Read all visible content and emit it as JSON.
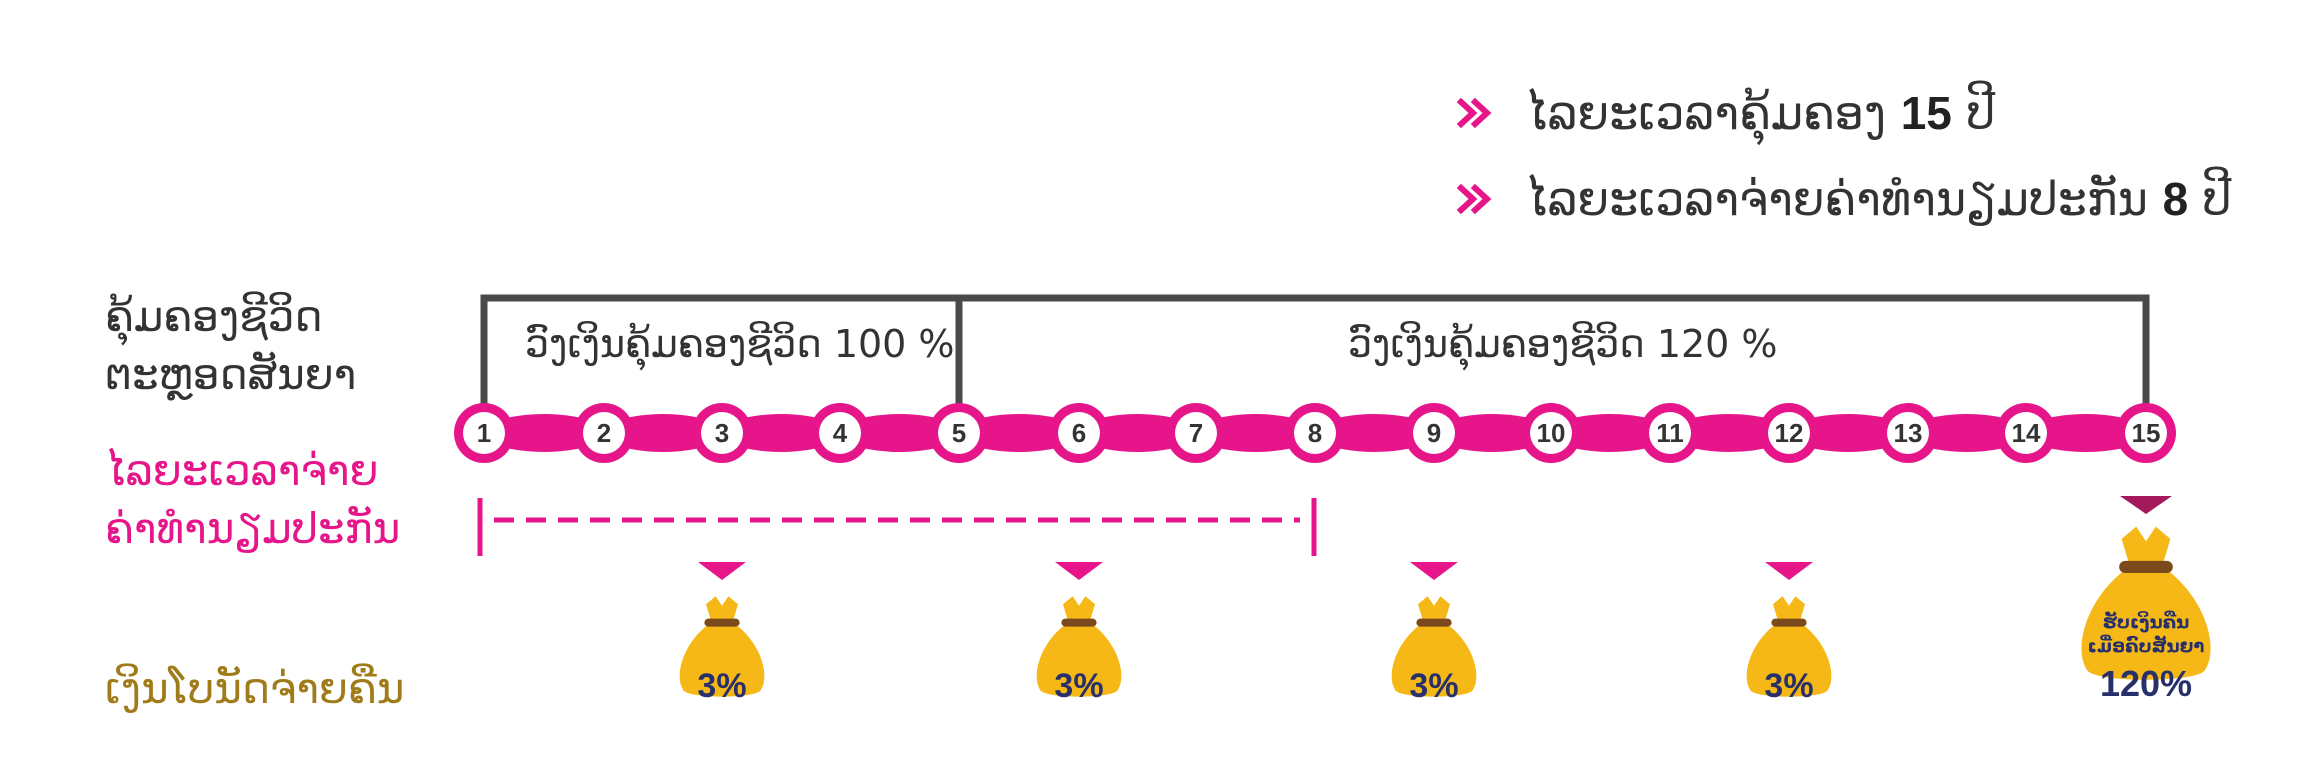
{
  "info": {
    "coverage": {
      "text": "ໄລຍະເວລາຄຸ້ມຄອງ",
      "value": "15",
      "unit": "ປີ"
    },
    "payment": {
      "text": "ໄລຍະເວລາຈ່າຍຄ່າທຳນຽມປະກັນ",
      "value": "8",
      "unit": "ປີ"
    }
  },
  "labels": {
    "coverage_line1": "ຄຸ້ມຄອງຊີວິດ",
    "coverage_line2": "ຕະຫຼອດສັນຍາ",
    "payment_line1": "ໄລຍະເວລາຈ່າຍ",
    "payment_line2": "ຄ່າທຳນຽມປະກັນ",
    "dividend": "ເງິນໂບນັດຈ່າຍຄືນ"
  },
  "brackets": [
    {
      "text": "ວົງເງິນຄຸ້ມຄອງຊີວິດ 100 %",
      "from_year": 1,
      "to_year": 5
    },
    {
      "text": "ວົງເງິນຄຸ້ມຄອງຊີວິດ 120 %",
      "from_year": 5,
      "to_year": 15
    }
  ],
  "years": [
    "1",
    "2",
    "3",
    "4",
    "5",
    "6",
    "7",
    "8",
    "9",
    "10",
    "11",
    "12",
    "13",
    "14",
    "15"
  ],
  "payment_period": {
    "from_year": 1,
    "to_year": 8
  },
  "bonuses": [
    {
      "year": 3,
      "label": "3%"
    },
    {
      "year": 6,
      "label": "3%"
    },
    {
      "year": 9,
      "label": "3%"
    },
    {
      "year": 12,
      "label": "3%"
    }
  ],
  "maturity": {
    "year": 15,
    "line1": "ຮັບເງິນຄືນ",
    "line2": "ເມື່ອຄົບສັນຍາ",
    "label": "120%"
  },
  "colors": {
    "magenta": "#e6168a",
    "dark": "#4a4a4a",
    "gold": "#f6b817",
    "bag_tie": "#7a4a1c",
    "pct_text": "#27306b",
    "dark_marker": "#a3195b"
  }
}
